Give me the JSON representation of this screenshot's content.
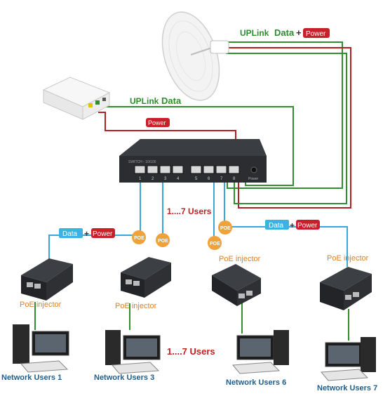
{
  "labels": {
    "uplink_data_power": "UPLink",
    "uplink_data": "UPLink",
    "data_word": "Data",
    "plus": "+",
    "power_word": "Power",
    "power_badge_top": "Power",
    "users_range_top": "1....7 Users",
    "users_range_bottom": "1....7 Users",
    "poe": "POE",
    "poe_injector": "PoE injector",
    "switch_brand": "SWITCH - 10/100",
    "switch_power_label": "Power"
  },
  "ports": [
    "1",
    "2",
    "3",
    "4",
    "5",
    "6",
    "7",
    "8"
  ],
  "users": [
    "Network Users 1",
    "Network Users 3",
    "Network Users 6",
    "Network Users 7"
  ],
  "colors": {
    "green_line": "#2f8f2f",
    "red_line": "#b22222",
    "blue_line": "#3aa7d8",
    "poe_badge": "#f0a23a",
    "power_badge": "#c8202a",
    "data_badge": "#3bb3e0",
    "switch_body": "#2b2d30"
  }
}
